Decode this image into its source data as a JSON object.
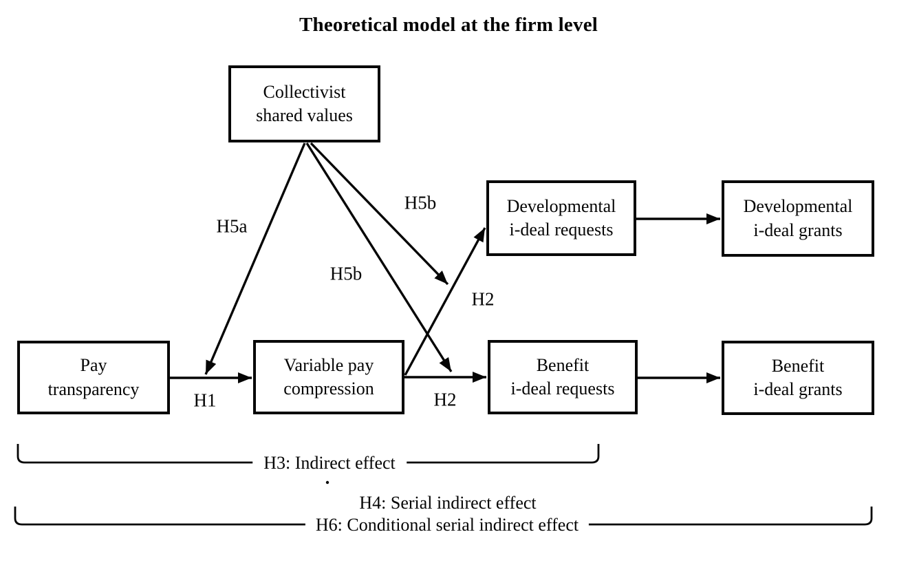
{
  "title": "Theoretical model at the firm level",
  "boxes": {
    "collectivist": {
      "label": "Collectivist\nshared values"
    },
    "dev_requests": {
      "label": "Developmental\ni-deal requests"
    },
    "dev_grants": {
      "label": "Developmental\ni-deal grants"
    },
    "pay_transparency": {
      "label": "Pay\ntransparency"
    },
    "variable_pay": {
      "label": "Variable pay\ncompression"
    },
    "benefit_requests": {
      "label": "Benefit\ni-deal requests"
    },
    "benefit_grants": {
      "label": "Benefit\ni-deal grants"
    }
  },
  "path_labels": {
    "h1": "H1",
    "h2_benefit": "H2",
    "h2_developmental": "H2",
    "h5a": "H5a",
    "h5b_upper": "H5b",
    "h5b_lower": "H5b"
  },
  "effects": {
    "h3": "H3: Indirect effect",
    "h4": "H4: Serial indirect effect",
    "h6": "H6: Conditional serial indirect effect"
  },
  "colors": {
    "ink": "#050505",
    "background": "#ffffff"
  }
}
